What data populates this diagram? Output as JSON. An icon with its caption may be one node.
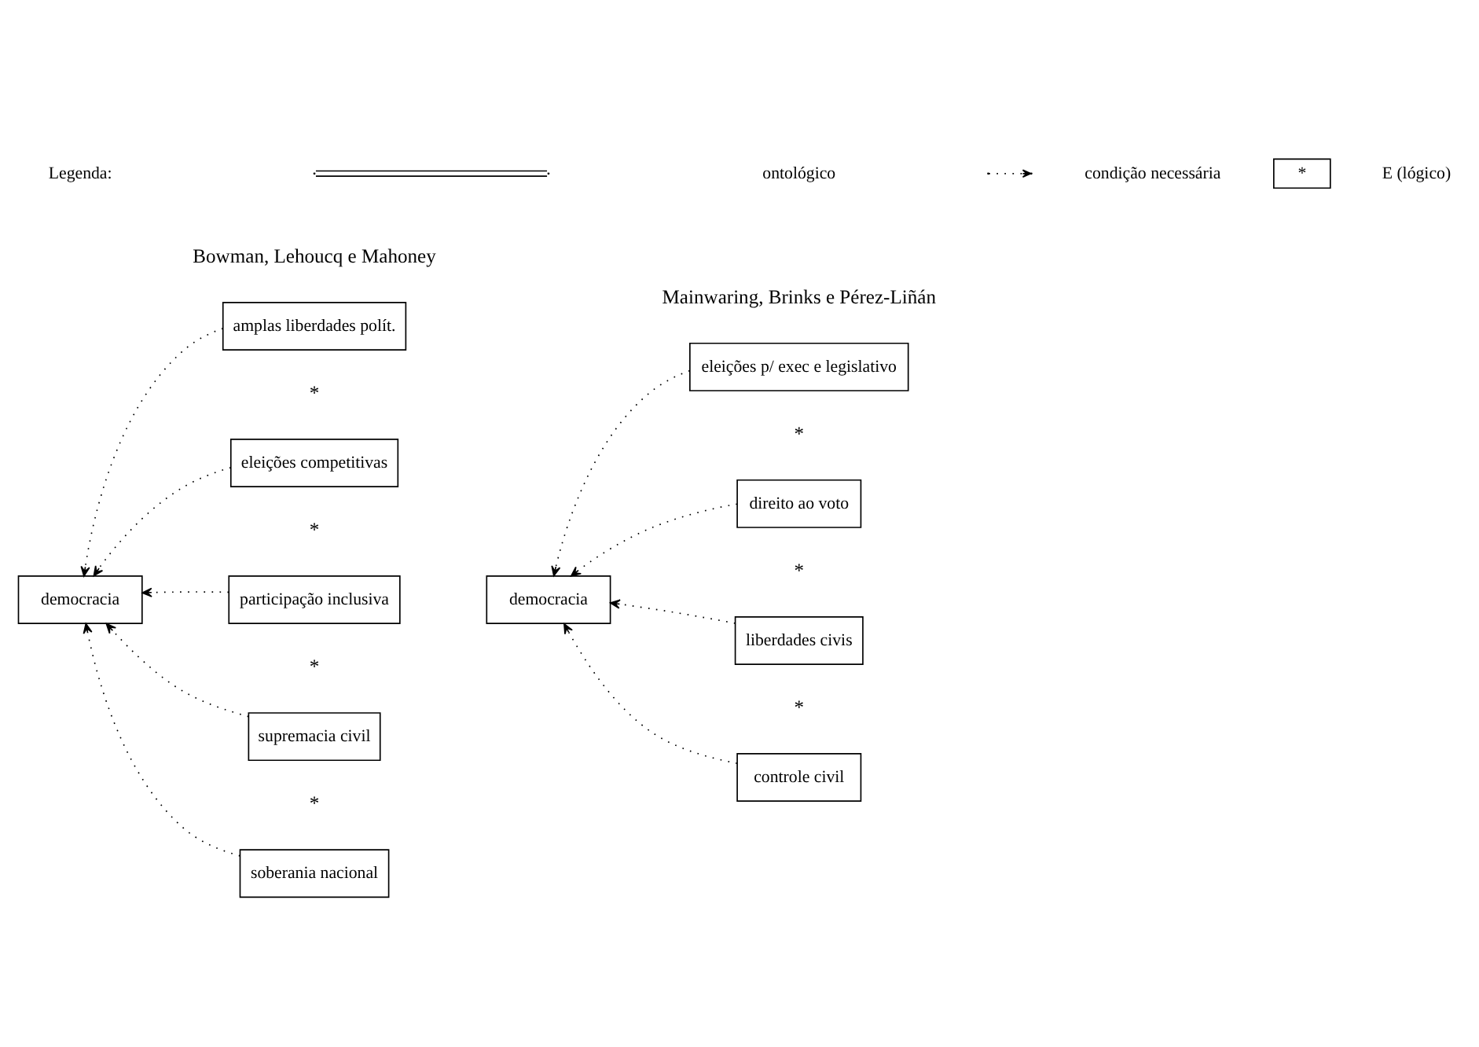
{
  "diagram": {
    "nodes": [
      {
        "text": [
          "democracia"
        ]
      },
      {
        "text": [
          "amplas liberdades polít."
        ]
      },
      {
        "text": [
          "eleições competitivas"
        ]
      },
      {
        "text": [
          "participação inclusiva"
        ]
      },
      {
        "text": [
          "supremacia civil"
        ]
      },
      {
        "text": [
          "soberania nacional"
        ]
      },
      {
        "text": [
          "democracia"
        ]
      },
      {
        "text": [
          "eleições p/ exec e legislativo"
        ]
      },
      {
        "text": [
          "direito ao voto"
        ]
      },
      {
        "text": [
          "liberdades civis"
        ]
      },
      {
        "text": [
          "controle civil"
        ]
      }
    ],
    "edges": [
      {
        "from": 1,
        "to": 0,
        "arrow": "to",
        "style": "dashed"
      },
      {
        "from": 2,
        "to": 0,
        "arrow": "to",
        "style": "dashed"
      },
      {
        "from": 3,
        "to": 0,
        "arrow": "to",
        "style": "dashed"
      },
      {
        "from": 4,
        "to": 0,
        "arrow": "to",
        "style": "dashed"
      },
      {
        "from": 5,
        "to": 0,
        "arrow": "to",
        "style": "dashed"
      },
      {
        "from": 7,
        "to": 6,
        "arrow": "to",
        "style": "dashed"
      },
      {
        "from": 8,
        "to": 6,
        "arrow": "to",
        "style": "dashed"
      },
      {
        "from": 9,
        "to": 6,
        "arrow": "to",
        "style": "dashed"
      },
      {
        "from": 10,
        "to": 6,
        "arrow": "to",
        "style": "dashed"
      }
    ],
    "labels": [
      "Bowman, Lehoucq e Mahoney",
      "Mainwaring, Brinks e Pérez-Liñán",
      "*",
      "*",
      "*",
      "*",
      "*",
      "*",
      "*",
      "Legenda:",
      "*"
    ],
    "legend": [
      {
        "text": "ontológico"
      },
      {
        "text": "condição necessária"
      },
      {
        "text": "E (lógico)"
      }
    ]
  }
}
